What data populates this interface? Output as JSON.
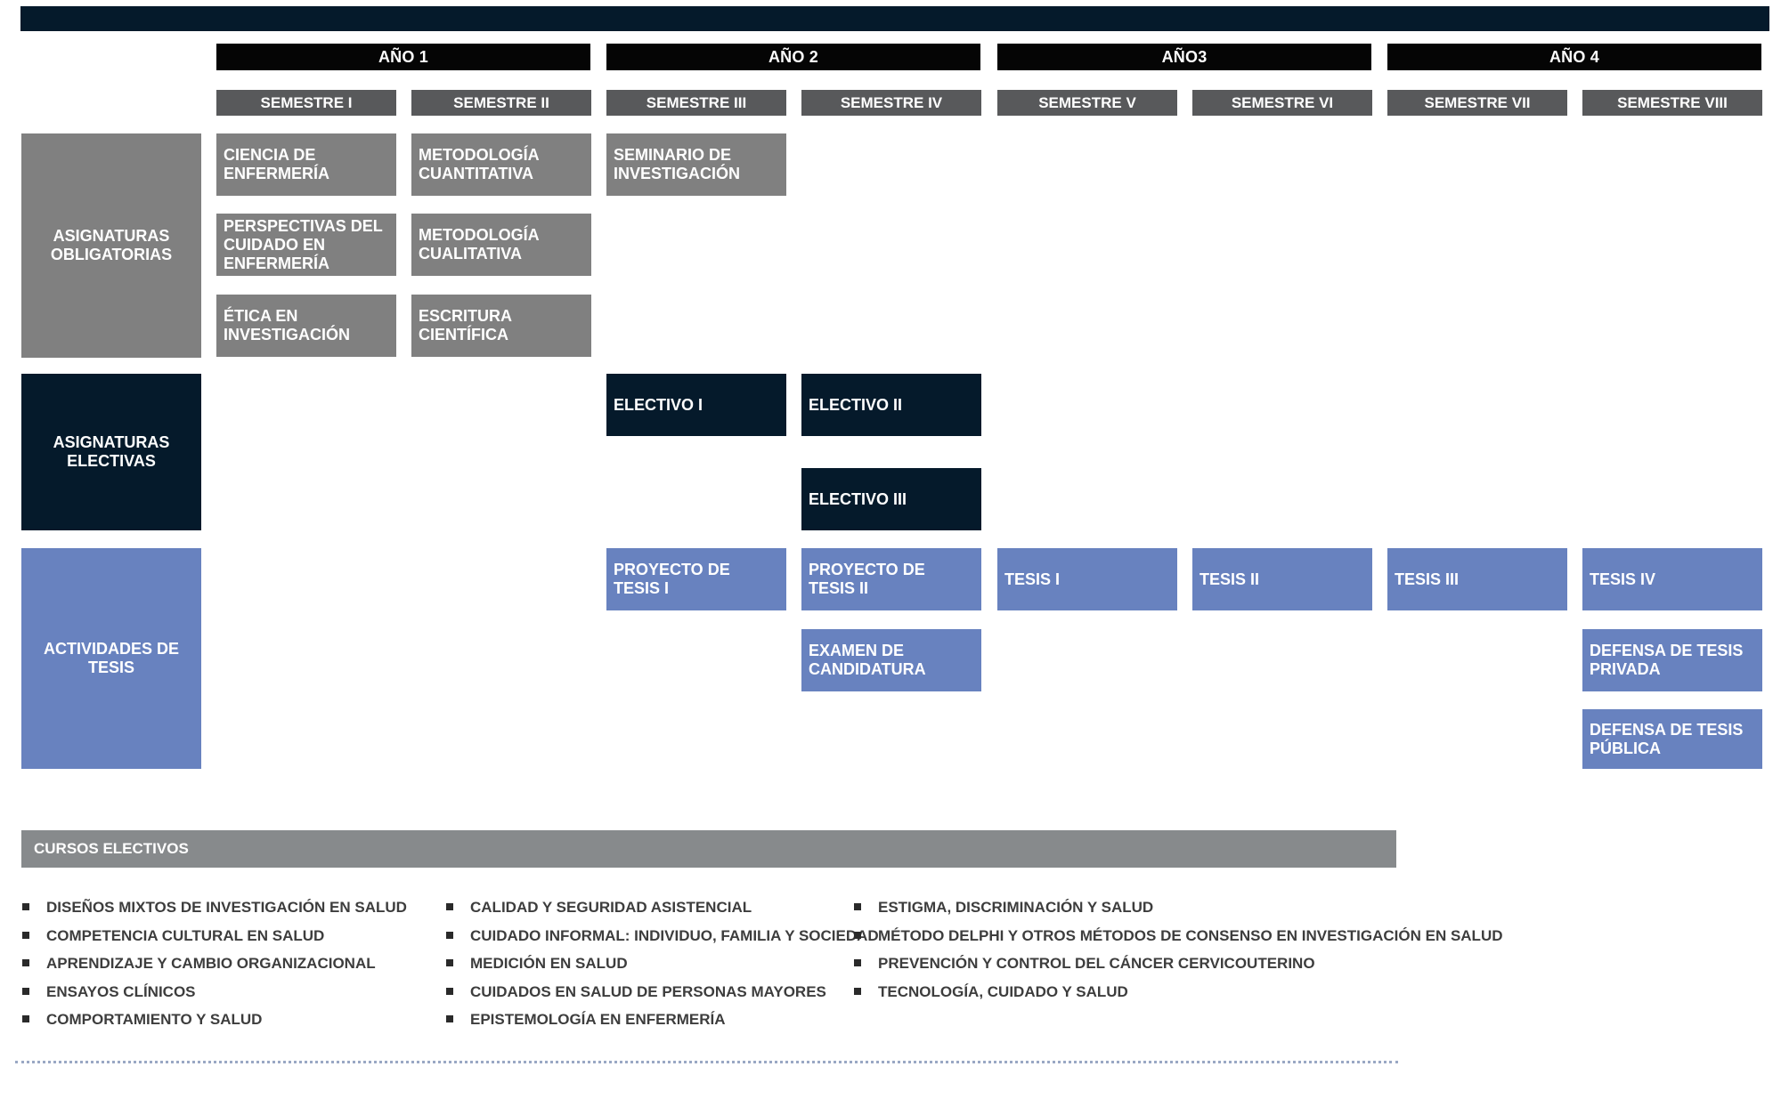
{
  "years": [
    "AÑO 1",
    "AÑO 2",
    "AÑO3",
    "AÑO 4"
  ],
  "semesters": [
    "SEMESTRE I",
    "SEMESTRE II",
    "SEMESTRE III",
    "SEMESTRE IV",
    "SEMESTRE V",
    "SEMESTRE VI",
    "SEMESTRE VII",
    "SEMESTRE VIII"
  ],
  "rows": {
    "obligatorias": "ASIGNATURAS OBLIGATORIAS",
    "electivas": "ASIGNATURAS ELECTIVAS",
    "tesis": "ACTIVIDADES DE TESIS"
  },
  "obligatorias": {
    "s1": [
      "CIENCIA DE ENFERMERÍA",
      "PERSPECTIVAS DEL CUIDADO EN ENFERMERÍA",
      "ÉTICA EN INVESTIGACIÓN"
    ],
    "s2": [
      "METODOLOGÍA CUANTITATIVA",
      "METODOLOGÍA CUALITATIVA",
      "ESCRITURA CIENTÍFICA"
    ],
    "s3": [
      "SEMINARIO DE INVESTIGACIÓN"
    ]
  },
  "electivas": {
    "s3": [
      "ELECTIVO I"
    ],
    "s4": [
      "ELECTIVO II",
      "ELECTIVO III"
    ]
  },
  "tesis": {
    "s3": [
      "PROYECTO DE TESIS I"
    ],
    "s4": [
      "PROYECTO DE TESIS II",
      "EXAMEN DE CANDIDATURA"
    ],
    "s5": [
      "TESIS I"
    ],
    "s6": [
      "TESIS II"
    ],
    "s7": [
      "TESIS III"
    ],
    "s8": [
      "TESIS IV",
      "DEFENSA DE TESIS PRIVADA",
      "DEFENSA DE TESIS PÚBLICA"
    ]
  },
  "cursos": {
    "title": "CURSOS ELECTIVOS",
    "col1": [
      "DISEÑOS MIXTOS DE INVESTIGACIÓN EN SALUD",
      "COMPETENCIA CULTURAL EN SALUD",
      "APRENDIZAJE Y CAMBIO ORGANIZACIONAL",
      "ENSAYOS CLÍNICOS",
      "COMPORTAMIENTO Y SALUD"
    ],
    "col2": [
      "CALIDAD Y SEGURIDAD ASISTENCIAL",
      "CUIDADO INFORMAL: INDIVIDUO, FAMILIA Y SOCIEDAD",
      "MEDICIÓN EN SALUD",
      "CUIDADOS EN SALUD DE PERSONAS MAYORES",
      "EPISTEMOLOGÍA EN ENFERMERÍA"
    ],
    "col3": [
      "ESTIGMA, DISCRIMINACIÓN Y SALUD",
      "MÉTODO DELPHI Y OTROS MÉTODOS DE CONSENSO EN INVESTIGACIÓN EN SALUD",
      "PREVENCIÓN Y CONTROL DEL CÁNCER CERVICOUTERINO",
      "TECNOLOGÍA, CUIDADO Y SALUD"
    ]
  },
  "colors": {
    "navy": "#051a2b",
    "year_black": "#050505",
    "semester_gray": "#58595b",
    "obligatorias_gray": "#808080",
    "tesis_blue": "#6882bf",
    "cursos_bar": "#878a8c"
  },
  "icons": {
    "bullet": "square-bullet-icon"
  }
}
